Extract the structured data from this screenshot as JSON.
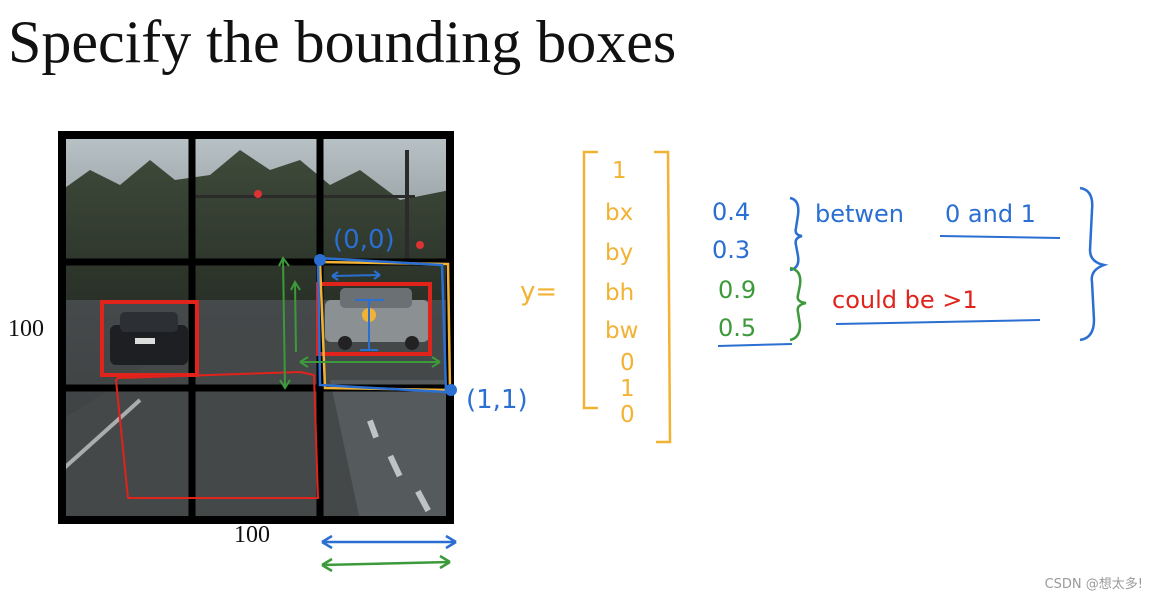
{
  "title": "Specify the bounding boxes",
  "grid_size_left": "100",
  "grid_size_bottom": "100",
  "annotations": {
    "origin_label": "(0,0)",
    "corner_label": "(1,1)",
    "y_eq": "y=",
    "vector": [
      "1",
      "bx",
      "by",
      "bh",
      "bw",
      "0",
      "1",
      "0"
    ],
    "values": [
      "0.4",
      "0.3",
      "0.9",
      "0.5"
    ],
    "note_between": "betwen",
    "note_between_range": "0 and 1",
    "note_could": "could be >1"
  },
  "watermark": "CSDN @想太多!",
  "colors": {
    "grid": "#000000",
    "red": "#e0231b",
    "blue": "#2a6fd1",
    "green": "#3c9a3a",
    "yellow": "#f2b233"
  }
}
